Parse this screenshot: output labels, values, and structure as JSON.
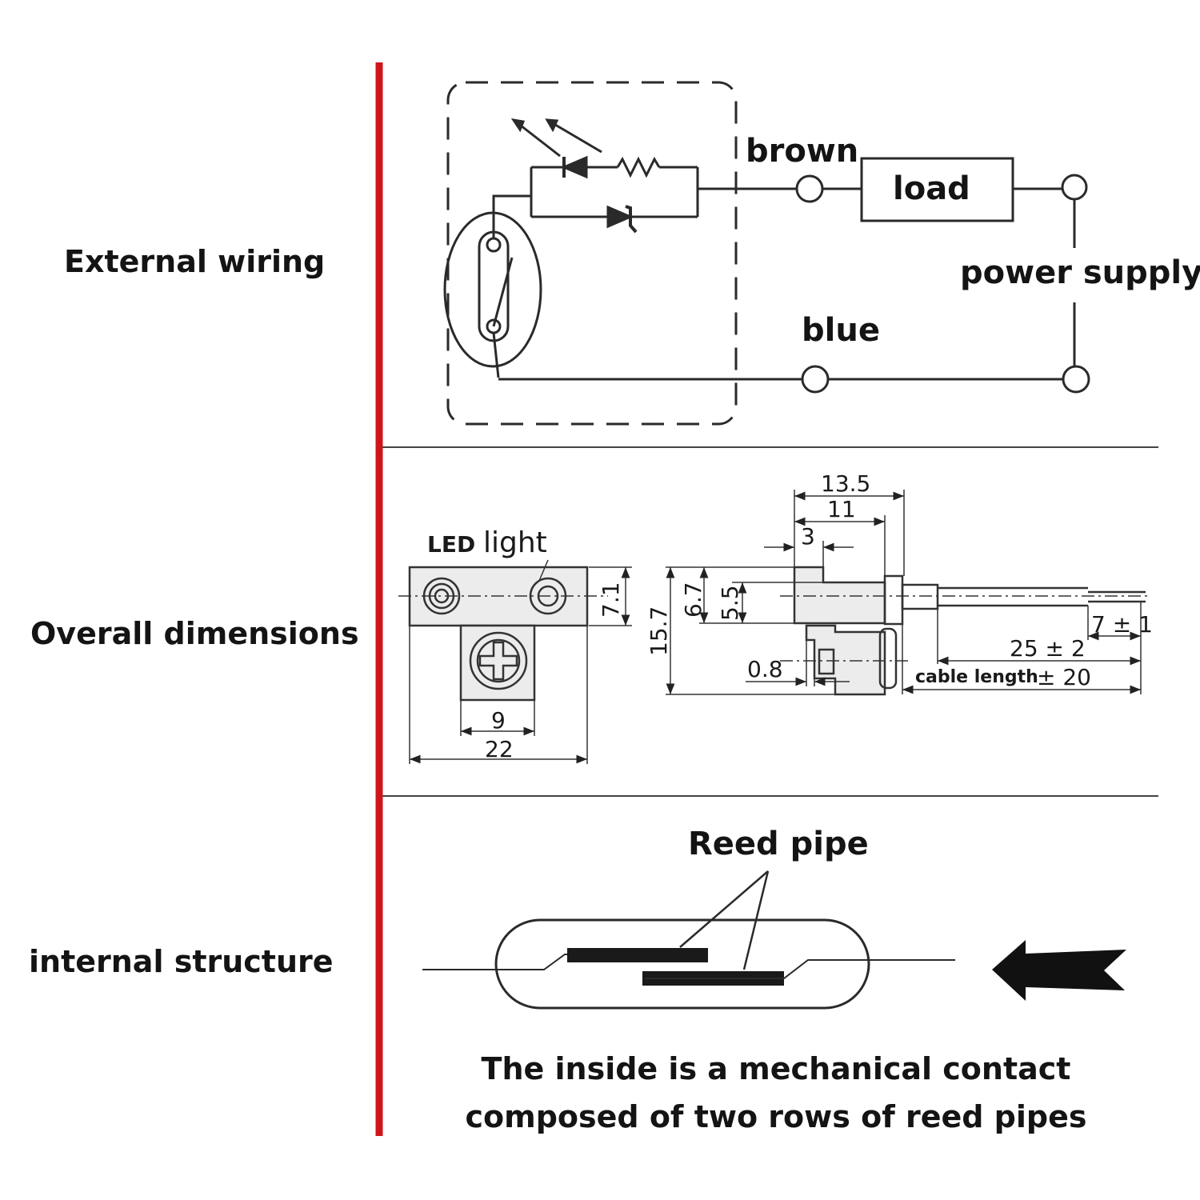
{
  "sections": {
    "wiring": {
      "label": "External wiring",
      "brown": "brown",
      "load": "load",
      "power_supply": "power supply",
      "blue": "blue"
    },
    "dimensions": {
      "label": "Overall dimensions",
      "led_prefix": "LED",
      "led_suffix": "light",
      "front": {
        "d7_1": "7.1",
        "d9": "9",
        "d22": "22"
      },
      "side": {
        "d13_5": "13.5",
        "d11": "11",
        "d3": "3",
        "d15_7": "15.7",
        "d6_7": "6.7",
        "d5_5": "5.5",
        "d0_8": "0.8",
        "d7": "7 ± 1",
        "d25": "25 ± 2",
        "cable_prefix": "cable length",
        "cable_suffix": "± 20"
      }
    },
    "internal": {
      "label": "internal structure",
      "reed_pipe": "Reed pipe",
      "caption_line1": "The inside is a mechanical contact",
      "caption_line2": "composed of two rows of reed pipes"
    }
  },
  "colors": {
    "divider": "#d0141b",
    "ink": "#141414"
  }
}
